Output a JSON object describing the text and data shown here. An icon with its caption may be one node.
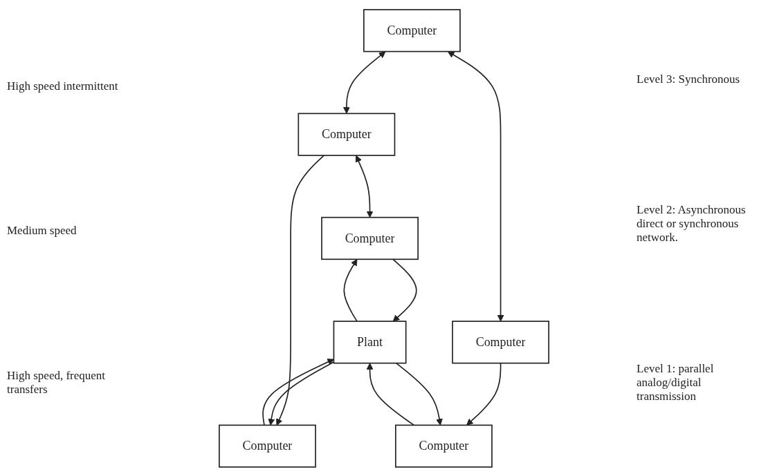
{
  "diagram": {
    "nodes": [
      {
        "text": [
          "Computer"
        ]
      },
      {
        "text": [
          "Computer"
        ]
      },
      {
        "text": [
          "Computer"
        ]
      },
      {
        "text": [
          "Computer"
        ]
      },
      {
        "text": [
          "Computer"
        ]
      },
      {
        "text": [
          "Computer"
        ]
      },
      {
        "text": [
          "Plant"
        ]
      }
    ],
    "edges": [
      {
        "from": 0,
        "to": 1,
        "arrow": "both"
      },
      {
        "from": 0,
        "to": 2,
        "arrow": "both"
      },
      {
        "from": 1,
        "to": 3,
        "arrow": "both"
      },
      {
        "from": 1,
        "to": 4,
        "arrow": "to"
      },
      {
        "from": 2,
        "to": 5,
        "arrow": "to"
      },
      {
        "from": 6,
        "to": 3,
        "arrow": "to"
      },
      {
        "from": 3,
        "to": 6,
        "arrow": "to"
      },
      {
        "from": 6,
        "to": 4,
        "arrow": "to"
      },
      {
        "from": 4,
        "to": 6,
        "arrow": "to"
      },
      {
        "from": 5,
        "to": 6,
        "arrow": "to"
      },
      {
        "from": 6,
        "to": 5,
        "arrow": "to"
      }
    ],
    "labels": [
      "High speed intermittent",
      "Level 3: Synchronous",
      "Medium speed",
      "Level 2: Asynchronous direct or synchronous network.",
      "High speed, frequent transfers",
      "Level 1: parallel analog/digital transmission"
    ]
  }
}
